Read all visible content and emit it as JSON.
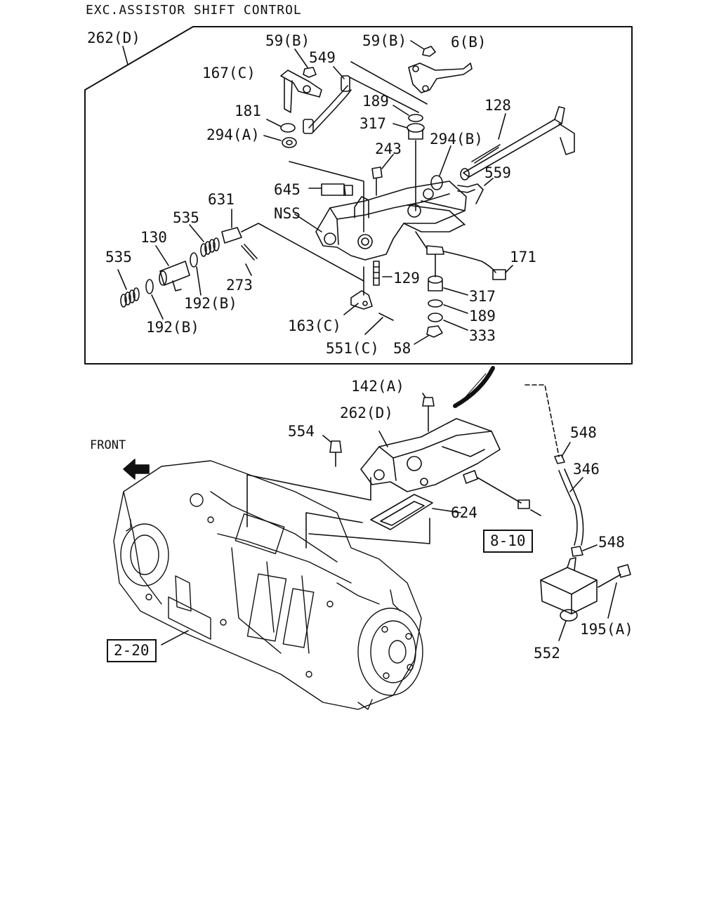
{
  "title": "EXC.ASSISTOR SHIFT CONTROL",
  "front_label": "FRONT",
  "callouts": {
    "c262d_top": "262(D)",
    "c59b_a": "59(B)",
    "c59b_b": "59(B)",
    "c6b": "6(B)",
    "c549": "549",
    "c167c": "167(C)",
    "c189_top": "189",
    "c128": "128",
    "c181": "181",
    "c317_top": "317",
    "c294a": "294(A)",
    "c294b": "294(B)",
    "c243": "243",
    "c559": "559",
    "c645": "645",
    "c631": "631",
    "c535_a": "535",
    "cNSS": "NSS",
    "c130": "130",
    "c535_b": "535",
    "c171": "171",
    "c129": "129",
    "c273": "273",
    "c192b_a": "192(B)",
    "c317_bot": "317",
    "c192b_b": "192(B)",
    "c189_bot": "189",
    "c163c": "163(C)",
    "c333": "333",
    "c551c": "551(C)",
    "c58": "58",
    "c142a": "142(A)",
    "c262d_bot": "262(D)",
    "c554": "554",
    "c548_a": "548",
    "c346": "346",
    "c624": "624",
    "c548_b": "548",
    "c195a": "195(A)",
    "c552": "552"
  },
  "refs": {
    "r810": "8-10",
    "r220": "2-20"
  }
}
